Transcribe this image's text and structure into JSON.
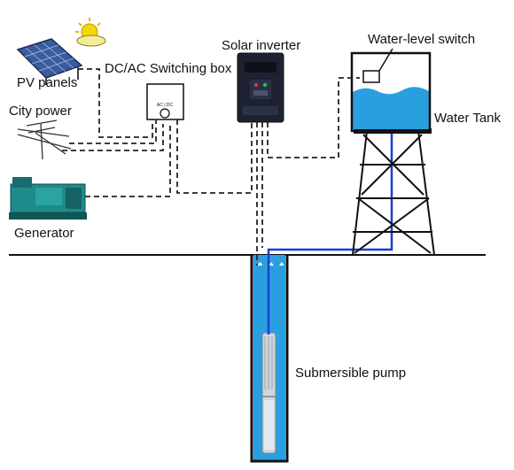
{
  "labels": {
    "pv_panels": "PV panels",
    "switching_box": "DC/AC Switching box",
    "switch_box_mark": "AC | DC",
    "city_power": "City power",
    "generator": "Generator",
    "solar_inverter": "Solar inverter",
    "water_level_switch": "Water-level switch",
    "water_tank": "Water Tank",
    "submersible_pump": "Submersible pump"
  },
  "colors": {
    "water": "#2a9fe0",
    "pipe": "#1a3fd0",
    "wire": "#222222",
    "ground": "#111111",
    "inverter_body": "#1e2230",
    "generator_body": "#1f8a8a",
    "panel": "#3a5c9e",
    "sun": "#f5d800"
  }
}
